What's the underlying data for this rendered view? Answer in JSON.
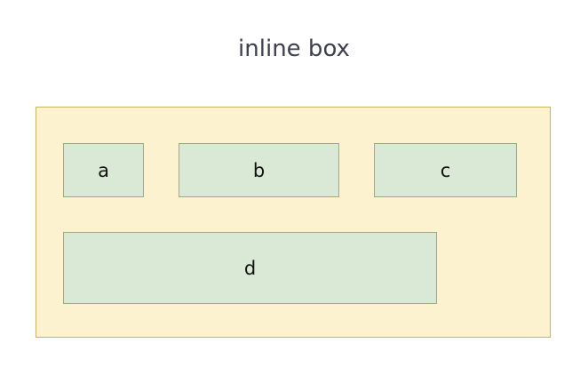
{
  "diagram": {
    "title": "inline box",
    "boxes": {
      "a": "a",
      "b": "b",
      "c": "c",
      "d": "d"
    }
  },
  "colors": {
    "container_fill": "#fcf2cf",
    "container_stroke": "#c8b45a",
    "box_fill": "#dae8d6",
    "box_stroke": "#8ab873",
    "title_text": "#3f3f4f"
  }
}
